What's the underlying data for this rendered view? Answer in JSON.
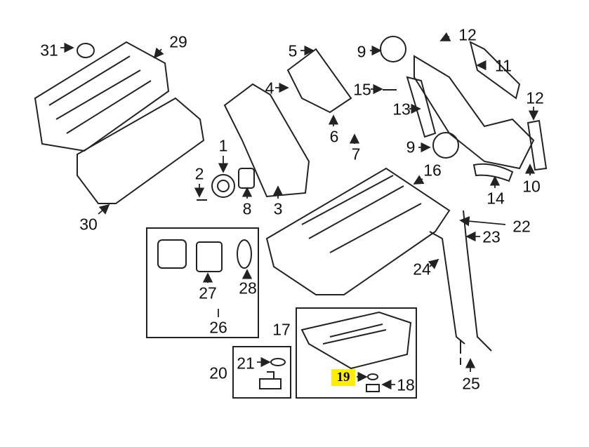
{
  "callouts": {
    "c31": "31",
    "c29": "29",
    "c5": "5",
    "c4": "4",
    "c9a": "9",
    "c12a": "12",
    "c11": "11",
    "c15": "15",
    "c13": "13",
    "c12b": "12",
    "c6": "6",
    "c7": "7",
    "c9b": "9",
    "c1": "1",
    "c2": "2",
    "c8": "8",
    "c3": "3",
    "c16": "16",
    "c14": "14",
    "c10": "10",
    "c30": "30",
    "c22": "22",
    "c23": "23",
    "c24": "24",
    "c27": "27",
    "c28": "28",
    "c26": "26",
    "c17": "17",
    "c21": "21",
    "c20": "20",
    "c19": "19",
    "c18": "18",
    "c25": "25"
  },
  "highlight": {
    "label": "19",
    "color": "#ffee00"
  }
}
